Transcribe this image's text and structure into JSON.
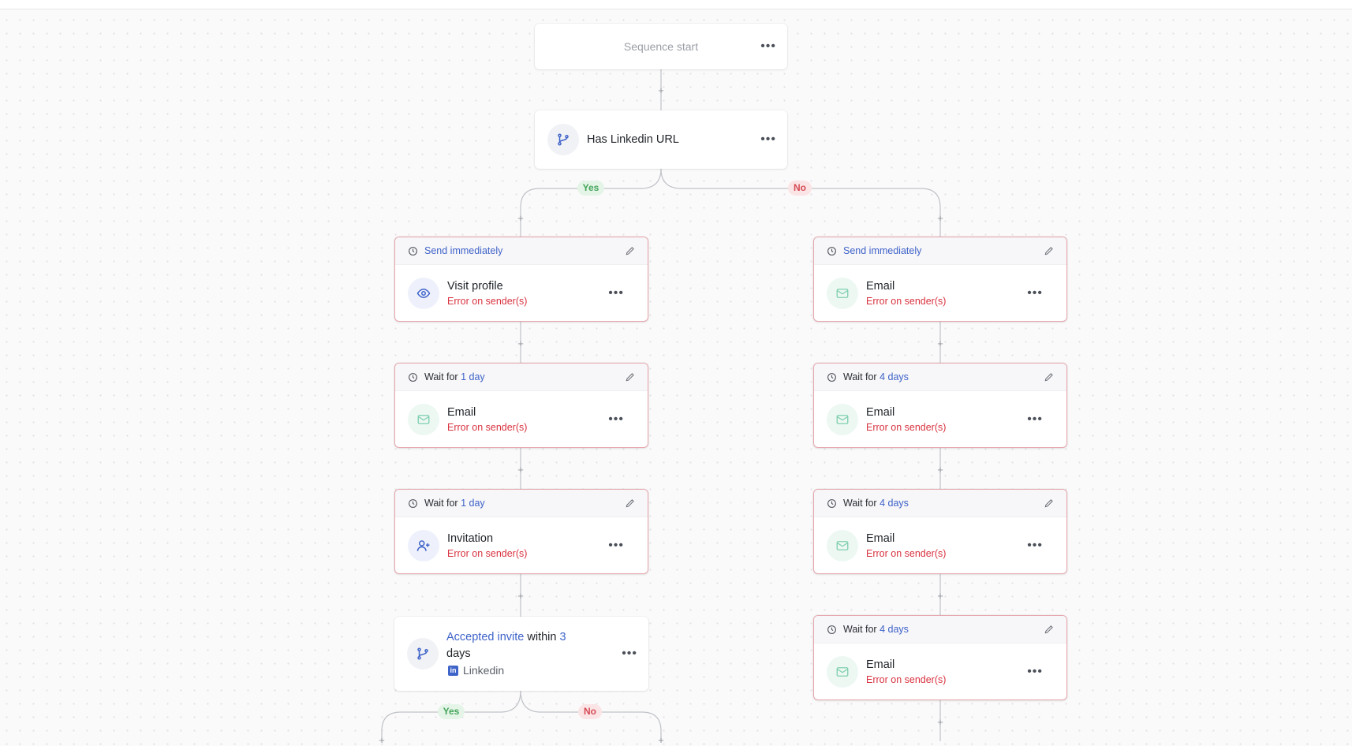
{
  "start": {
    "label": "Sequence start"
  },
  "branch_top": {
    "label": "Has Linkedin URL",
    "yes": "Yes",
    "no": "No"
  },
  "left_steps": [
    {
      "hdr_prefix": "Send immediately",
      "hdr_value": "",
      "title": "Visit profile",
      "error": "Error on sender(s)",
      "icon": "eye-icon"
    },
    {
      "hdr_prefix": "Wait for",
      "hdr_value": "1 day",
      "title": "Email",
      "error": "Error on sender(s)",
      "icon": "mail-icon"
    },
    {
      "hdr_prefix": "Wait for",
      "hdr_value": "1 day",
      "title": "Invitation",
      "error": "Error on sender(s)",
      "icon": "user-plus-icon"
    }
  ],
  "right_steps": [
    {
      "hdr_prefix": "Send immediately",
      "hdr_value": "",
      "title": "Email",
      "error": "Error on sender(s)",
      "icon": "mail-icon"
    },
    {
      "hdr_prefix": "Wait for",
      "hdr_value": "4 days",
      "title": "Email",
      "error": "Error on sender(s)",
      "icon": "mail-icon"
    },
    {
      "hdr_prefix": "Wait for",
      "hdr_value": "4 days",
      "title": "Email",
      "error": "Error on sender(s)",
      "icon": "mail-icon"
    },
    {
      "hdr_prefix": "Wait for",
      "hdr_value": "4 days",
      "title": "Email",
      "error": "Error on sender(s)",
      "icon": "mail-icon"
    }
  ],
  "branch_invite": {
    "accepted": "Accepted invite",
    "within": "within",
    "count": "3",
    "unit": "days",
    "channel": "Linkedin",
    "yes": "Yes",
    "no": "No"
  },
  "colors": {
    "accent": "#3e63c9",
    "error": "#d8323f",
    "error_border": "#e7a8ae",
    "yes": "#44a55b",
    "no": "#d54b55"
  }
}
